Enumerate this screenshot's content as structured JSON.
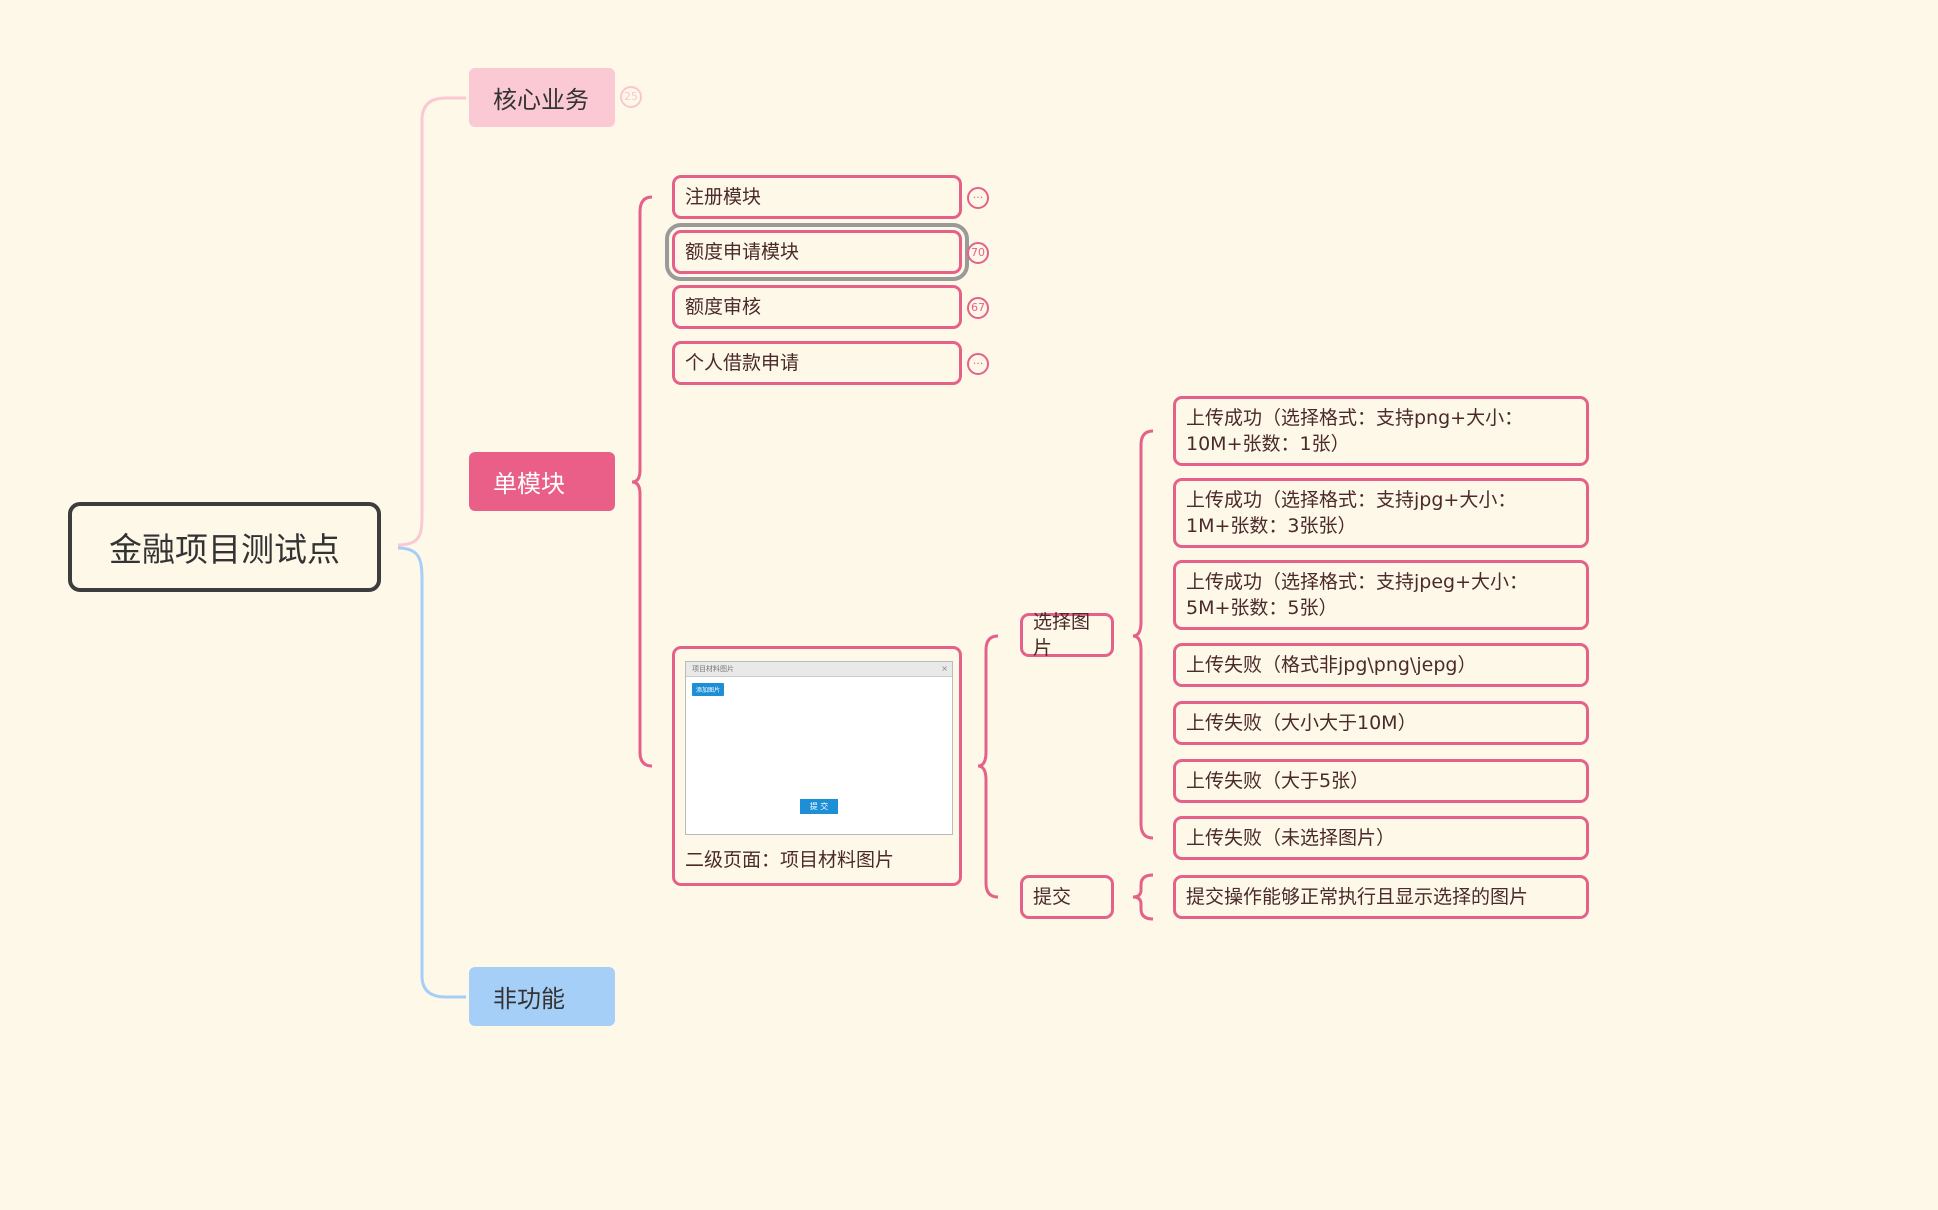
{
  "root": {
    "label": "金融项目测试点"
  },
  "branches": {
    "core": {
      "label": "核心业务",
      "badge": "25"
    },
    "single": {
      "label": "单模块"
    },
    "nonfunctional": {
      "label": "非功能"
    }
  },
  "modules": [
    {
      "label": "注册模块",
      "badge": "···"
    },
    {
      "label": "额度申请模块",
      "badge": "70"
    },
    {
      "label": "额度审核",
      "badge": "67"
    },
    {
      "label": "个人借款申请",
      "badge": "···"
    }
  ],
  "image_node": {
    "caption": "二级页面：项目材料图片",
    "thumb": {
      "title": "项目材料图片",
      "close": "×",
      "add_button": "添加图片",
      "submit_button": "提 交"
    }
  },
  "actions": [
    {
      "label": "选择图片",
      "children": [
        "上传成功（选择格式：支持png+大小：10M+张数：1张）",
        "上传成功（选择格式：支持jpg+大小：1M+张数：3张张）",
        "上传成功（选择格式：支持jpeg+大小：5M+张数：5张）",
        "上传失败（格式非jpg\\png\\jepg）",
        "上传失败（大小大于10M）",
        "上传失败（大于5张）",
        "上传失败（未选择图片）"
      ]
    },
    {
      "label": "提交",
      "children": [
        "提交操作能够正常执行且显示选择的图片"
      ]
    }
  ],
  "colors": {
    "background": "#fef8e9",
    "accent": "#e4628a",
    "single_branch": "#ea5f88",
    "core_branch": "#fbc9d3",
    "nonfunctional_branch": "#a6cff8",
    "root_border": "#3d3d3d"
  }
}
